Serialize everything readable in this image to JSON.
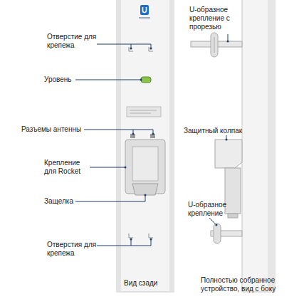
{
  "diagram": {
    "labels": [
      "Отверстие для крепежа",
      "Уровень",
      "Разъемы антенны",
      "Крепление для Rocket",
      "Защелка",
      "Отверстия для крепежа",
      "Вид сзади",
      "U-образное крепление с прорезью",
      "Защитный колпак",
      "U-образное крепление",
      "Полностью собранное устройство, вид с боку"
    ]
  }
}
